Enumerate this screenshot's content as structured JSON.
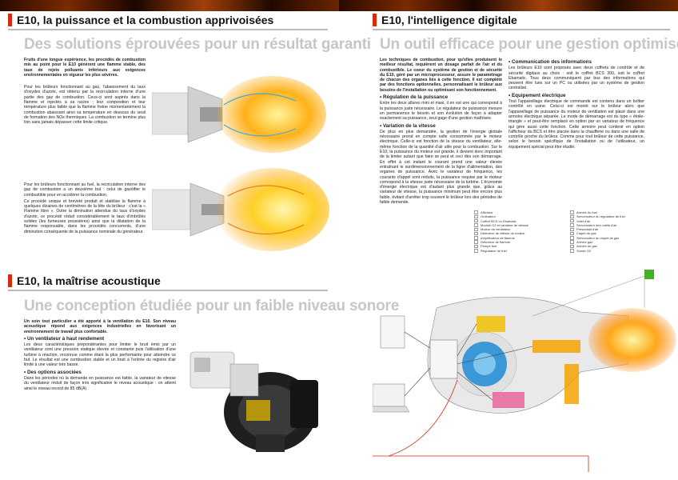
{
  "left": {
    "title1": "E10, la puissance et la combustion apprivoisées",
    "subhead1": "Des solutions éprouvées pour un résultat garanti",
    "intro": "Fruits d'une longue expérience, les procédés de combustion mis au point pour le E10 génèrent une flamme stable, des taux de rejets polluants inférieurs aux exigences environnementales en vigueur les plus sévères.",
    "gas_para": "Pour les brûleurs fonctionnant au gaz, l'abaissement du taux d'oxydes d'azote, est obtenu par la recirculation interne d'une partie des gaz de combustion. Ceux-ci sont aspirés dans la flamme et injectés à sa racine ; leur composition et leur température plus faible que la flamme freine momentanément la combustion abaissant ainsi sa température en dessous du seuil de formation des NOx thermiques. La combustion se termine plus loin sans jamais dépasser cette limite critique.",
    "fuel_para1": "Pour les brûleurs fonctionnant au fuel, la recirculation interne des gaz de combustion a un deuxième but : celui de gazéifier le combustible pour en accélérer la combustion.",
    "fuel_para2": "Ce procédé unique et breveté produit et stabilise la flamme à quelques dizaines de centimètres de la tête du brûleur : c'est la « Flamme libre ». Outre la diminution attendue du taux d'oxydes d'azote, ce procédé réduit considérablement le taux d'imbrûlés solides (les fumeuses poussières) ainsi que la dilatation de la flamme responsable, dans les procédés concurrents, d'une diminution conséquente de la puissance nominale du générateur.",
    "title2": "E10, la maîtrise acoustique",
    "subhead2": "Une conception étudiée pour un faible niveau sonore",
    "acoustic_intro": "Un soin tout particulier a été apporté à la ventilation du E10. Son niveau acoustique répond aux exigences industrielles en favorisant un environnement de travail plus confortable.",
    "fan_head": "• Un ventilateur à haut rendement",
    "fan_para": "Les deux caractéristiques prépondérantes pour limiter le bruit émis par un ventilateur sont une pression statique élevée et constante puis l'utilisation d'une turbine à réaction, reconnue comme étant la plus performante pour atteindre ce but. Le résultat est une combustion stable et un bruit à l'entrée du registre d'air limité à une valeur très basse.",
    "options_head": "• Des options associées",
    "options_para": "Dans les périodes où la demande en puissance est faible, la variateur de vitesse du ventilateur réduit de façon très significative le niveau acoustique : on atteint ainsi le niveau record de 85 dB(A)."
  },
  "right": {
    "title": "E10, l'intelligence digitale",
    "subhead": "Un outil efficace pour une gestion optimisée",
    "intro": "Les techniques de combustion, pour qu'elles produisent le meilleur résultat, requièrent un dosage parfait de l'air et du combustible. Le coeur du système de gestion et de sécurité du E10, géré par un microprocesseur, assure le paramétrage de chacun des organes liés à cette fonction. Il est complété par des fonctions optionnelles, personnalisant le brûleur aux besoins de l'installation ou optimisant son fonctionnement.",
    "reg_head": "• Régulation de la puissance",
    "reg_para": "Entre les deux allures mini et maxi, il en est une qui correspond à la puissance juste nécessaire. Le régulateur de puissance mesure en permanence le besoin et son évolution de façon à adapter exactement sa puissance, seul gage d'une gestion maîtrisée.",
    "var_head": "• Variation de la vitesse",
    "var_para": "De plus en plus demandée, la gestion de l'énergie globale nécessaire prend en compte celle consommée par le moteur électrique. Celle-ci est fonction de la vitesse du ventilateur, elle-même fonction de la quantité d'air utile pour la combustion. Sur le E10, la puissance du moteur est grande, il devient donc important de la limiter autant que faire se peut et ceci dès son démarrage. En effet à cet instant le courant prend une valeur élevée entraînant le surdimensionnement de la ligne d'alimentation, des organes de puissance. Avec le variateur de fréquence, les courants d'appel sont réduits, la puissance requise par le moteur correspond à la vitesse juste nécessaire de la turbine. L'économie d'énergie électrique est d'autant plus grande que, grâce au variateur de vitesse, la puissance minimum peut être encore plus faible, évitant d'arrêter trop souvent le brûleur lors des périodes de faible demande.",
    "com_head": "• Communication des informations",
    "com_para": "Les brûleurs E10 sont proposés avec deux coffrets de contrôle et de sécurité digitaux au choix : soit le coffret BCS 300, soit le coffret Ebamatic. Tous deux communiquent par bus des informations qui peuvent être lues sur un PC ou utilisées par un système de gestion centralisé.",
    "elec_head": "• Equipement électrique",
    "elec_para": "Tout l'appareillage électrique de commande est contenu dans un boîtier contrôlé en usine. Celui-ci est monté sur le brûleur alors que l'appareillage de puissance du moteur de ventilation est placé dans une armoire électrique séparée. Le mode de démarrage est du type « étoile-triangle » et peut-être remplacé en option par un variateur de fréquence qui gère aussi cette fonction. Cette armoire peut contenir en option l'afficheur du BCS et être placée dans la chaufferie ou dans une salle de contrôle proche du brûleur. Comme pour tout brûleur de cette puissance, selon le besoin spécifique de l'installation ou de l'utilisateur, un équipement spécial peut être étudié.",
    "legend_left": [
      "Afficheur",
      "Ordinateur",
      "Coffret BCS ou Ebamatic",
      "Module O2 et variateur de vitesse",
      "Moteur du ventilateur",
      "Détecteur de vitesse du moteur",
      "Amplificateur de flamme",
      "Détecteur de flamme",
      "Pompe fuel",
      "Régulateur de fuel"
    ],
    "legend_right": [
      "Arrivée du fuel",
      "Servomoteur du régulateur de fuel",
      "Volet d'air",
      "Servomoteur des volets d'air",
      "Pressostat d'air",
      "Clapet de gaz",
      "Servomoteur du clapet de gaz",
      "Arrivée gaz",
      "Arrivée du gaz",
      "Sonde O2"
    ]
  }
}
